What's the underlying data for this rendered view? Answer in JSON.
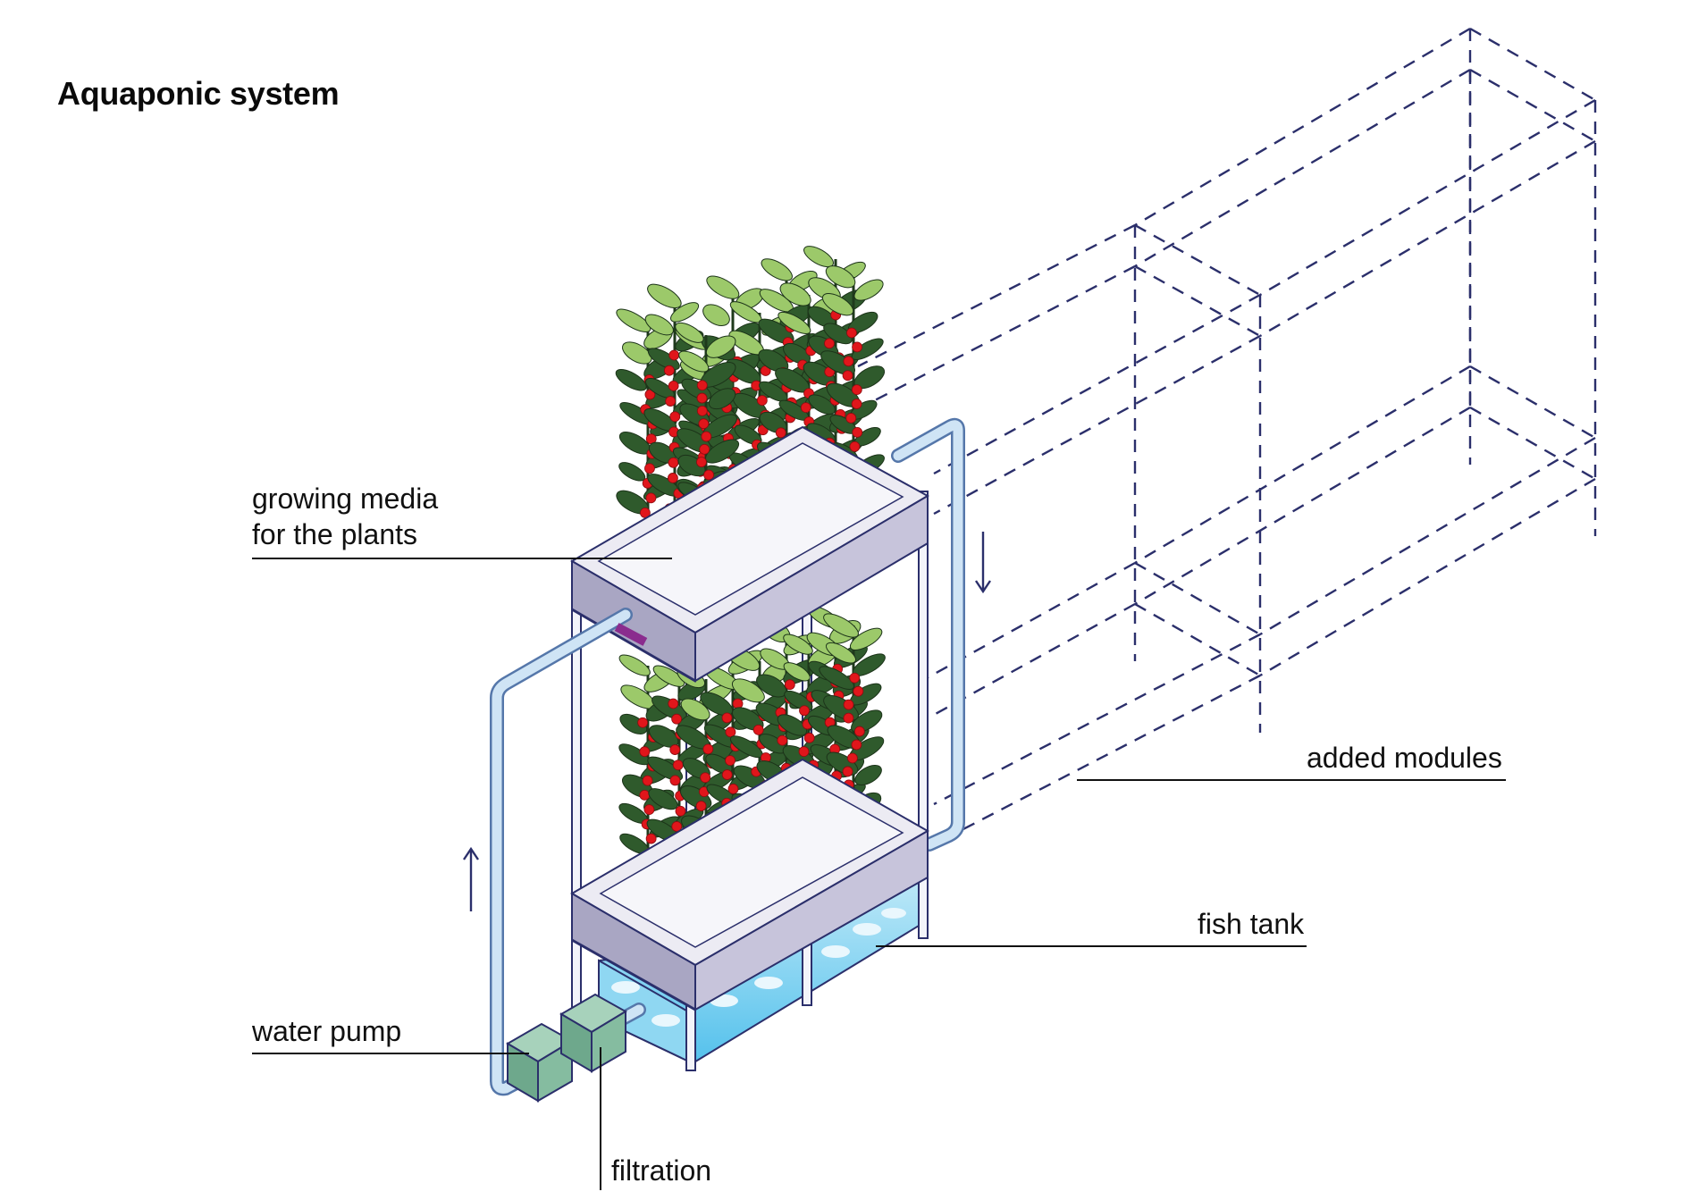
{
  "title": "Aquaponic system",
  "labels": {
    "growing_media_line1": "growing media",
    "growing_media_line2": "for the plants",
    "added_modules": "added modules",
    "fish_tank": "fish tank",
    "water_pump": "water pump",
    "filtration": "filtration"
  },
  "colors": {
    "dashed_outline": "#2b2f6b",
    "pipe": "#bcd9f0",
    "pipe_outline": "#5577aa",
    "frame": "#f3f4fa",
    "frame_outline": "#2b2f6b",
    "tray_side": "#a9a6c3",
    "tray_top": "#ecebf3",
    "water": "#7fd0f0",
    "pump": "#7fb89b",
    "leaf_dark": "#2f5a2c",
    "leaf_light": "#9cc96a",
    "tomato": "#e0161b",
    "arrow": "#2b2f6b"
  }
}
